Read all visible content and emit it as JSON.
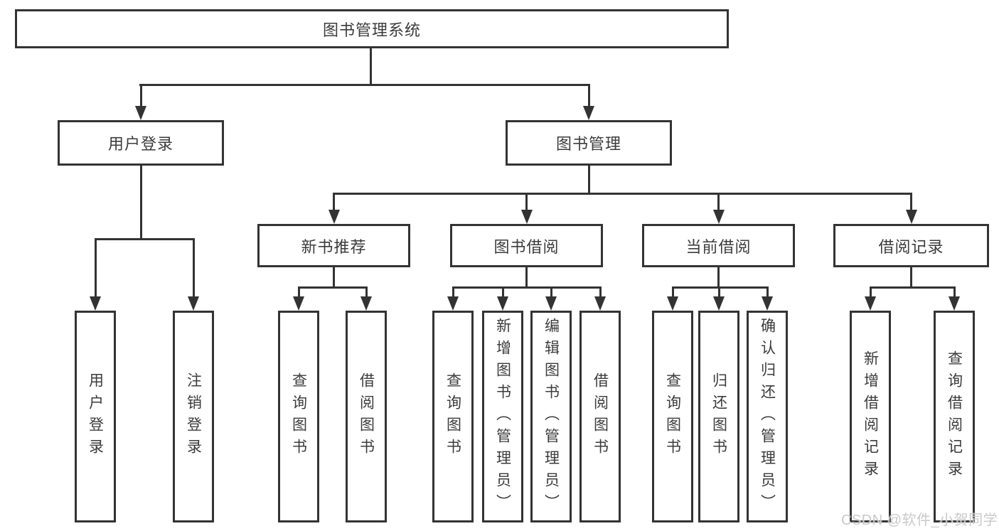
{
  "watermark": "CSDN @软件_小贺同学",
  "colors": {
    "line": "#333333",
    "text": "#3b3b3b",
    "background": "#ffffff",
    "watermark": "#c9c9c9"
  },
  "nodes": {
    "root": "图书管理系统",
    "user_login": "用户登录",
    "book_management": "图书管理",
    "new_book_recommend": "新书推荐",
    "book_borrowing": "图书借阅",
    "current_borrowing": "当前借阅",
    "borrowing_records": "借阅记录",
    "leaf_user_login": "用户登录",
    "leaf_logout": "注销登录",
    "nb_query_books": "查询图书",
    "nb_borrow_books": "借阅图书",
    "bb_query_books": "查询图书",
    "bb_add_books": "新增图书（管理员）",
    "bb_edit_books": "编辑图书（管理员）",
    "bb_borrow_books": "借阅图书",
    "cb_query_books": "查询图书",
    "cb_return_books": "归还图书",
    "cb_confirm_return": "确认归还（管理员）",
    "br_add_record": "新增借阅记录",
    "br_query_record": "查询借阅记录"
  }
}
